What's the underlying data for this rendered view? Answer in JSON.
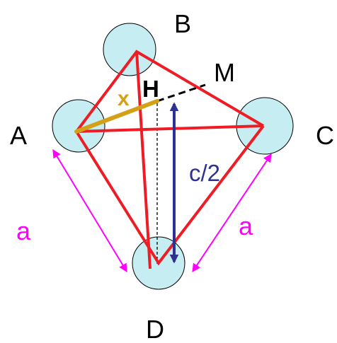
{
  "labels": {
    "B": "B",
    "M": "M",
    "H": "H",
    "x": "x",
    "A": "A",
    "C": "C",
    "c_half": "c/2",
    "a_left": "a",
    "a_right": "a",
    "D": "D"
  },
  "colors": {
    "atom_fill": "#c6eef2",
    "atom_stroke": "#000000",
    "edge": "#ee1c25",
    "x_segment": "#d4a017",
    "x_label": "#d4a017",
    "c_arrow": "#2e3192",
    "c_label": "#2e3192",
    "a_arrow": "#ff00ff",
    "a_label": "#ff00ff",
    "dashed": "#000000",
    "text": "#000000"
  }
}
